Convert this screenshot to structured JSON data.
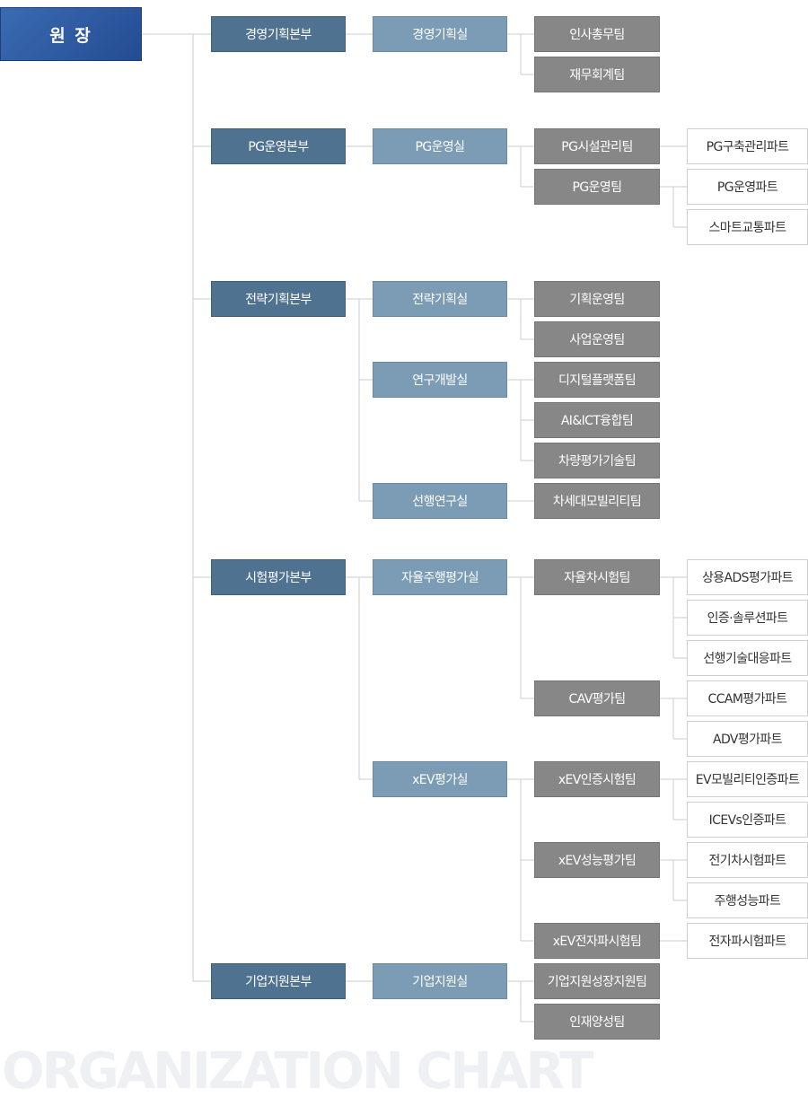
{
  "root": "원 장",
  "watermark": "ORGANIZATION CHART",
  "colors": {
    "root": "#2f5ca3",
    "division": "#4f7290",
    "office": "#7b9cb4",
    "team": "#878787",
    "part": "#ffffff",
    "line": "#cccccc"
  },
  "divisions": [
    {
      "name": "경영기획본부",
      "offices": [
        {
          "name": "경영기획실",
          "teams": [
            {
              "name": "인사총무팀",
              "parts": []
            },
            {
              "name": "재무회계팀",
              "parts": []
            }
          ]
        }
      ]
    },
    {
      "name": "PG운영본부",
      "offices": [
        {
          "name": "PG운영실",
          "teams": [
            {
              "name": "PG시설관리팀",
              "parts": [
                "PG구축관리파트"
              ]
            },
            {
              "name": "PG운영팀",
              "parts": [
                "PG운영파트",
                "스마트교통파트"
              ]
            }
          ]
        }
      ]
    },
    {
      "name": "전략기획본부",
      "offices": [
        {
          "name": "전략기획실",
          "teams": [
            {
              "name": "기획운영팀",
              "parts": []
            },
            {
              "name": "사업운영팀",
              "parts": []
            }
          ]
        },
        {
          "name": "연구개발실",
          "teams": [
            {
              "name": "디지털플랫폼팀",
              "parts": []
            },
            {
              "name": "AI&ICT융합팀",
              "parts": []
            },
            {
              "name": "차량평가기술팀",
              "parts": []
            }
          ]
        },
        {
          "name": "선행연구실",
          "teams": [
            {
              "name": "차세대모빌리티팀",
              "parts": []
            }
          ]
        }
      ]
    },
    {
      "name": "시험평가본부",
      "offices": [
        {
          "name": "자율주행평가실",
          "teams": [
            {
              "name": "자율차시험팀",
              "parts": [
                "상용ADS평가파트",
                "인증·솔루션파트",
                "선행기술대응파트"
              ]
            },
            {
              "name": "CAV평가팀",
              "parts": [
                "CCAM평가파트",
                "ADV평가파트"
              ]
            }
          ]
        },
        {
          "name": "xEV평가실",
          "teams": [
            {
              "name": "xEV인증시험팀",
              "parts": [
                "EV모빌리티인증파트",
                "ICEVs인증파트"
              ]
            },
            {
              "name": "xEV성능평가팀",
              "parts": [
                "전기차시험파트",
                "주행성능파트"
              ]
            },
            {
              "name": "xEV전자파시험팀",
              "parts": [
                "전자파시험파트"
              ]
            }
          ]
        }
      ]
    },
    {
      "name": "기업지원본부",
      "offices": [
        {
          "name": "기업지원실",
          "teams": [
            {
              "name": "기업지원성장지원팀",
              "parts": []
            },
            {
              "name": "인재양성팀",
              "parts": []
            }
          ]
        }
      ]
    }
  ]
}
